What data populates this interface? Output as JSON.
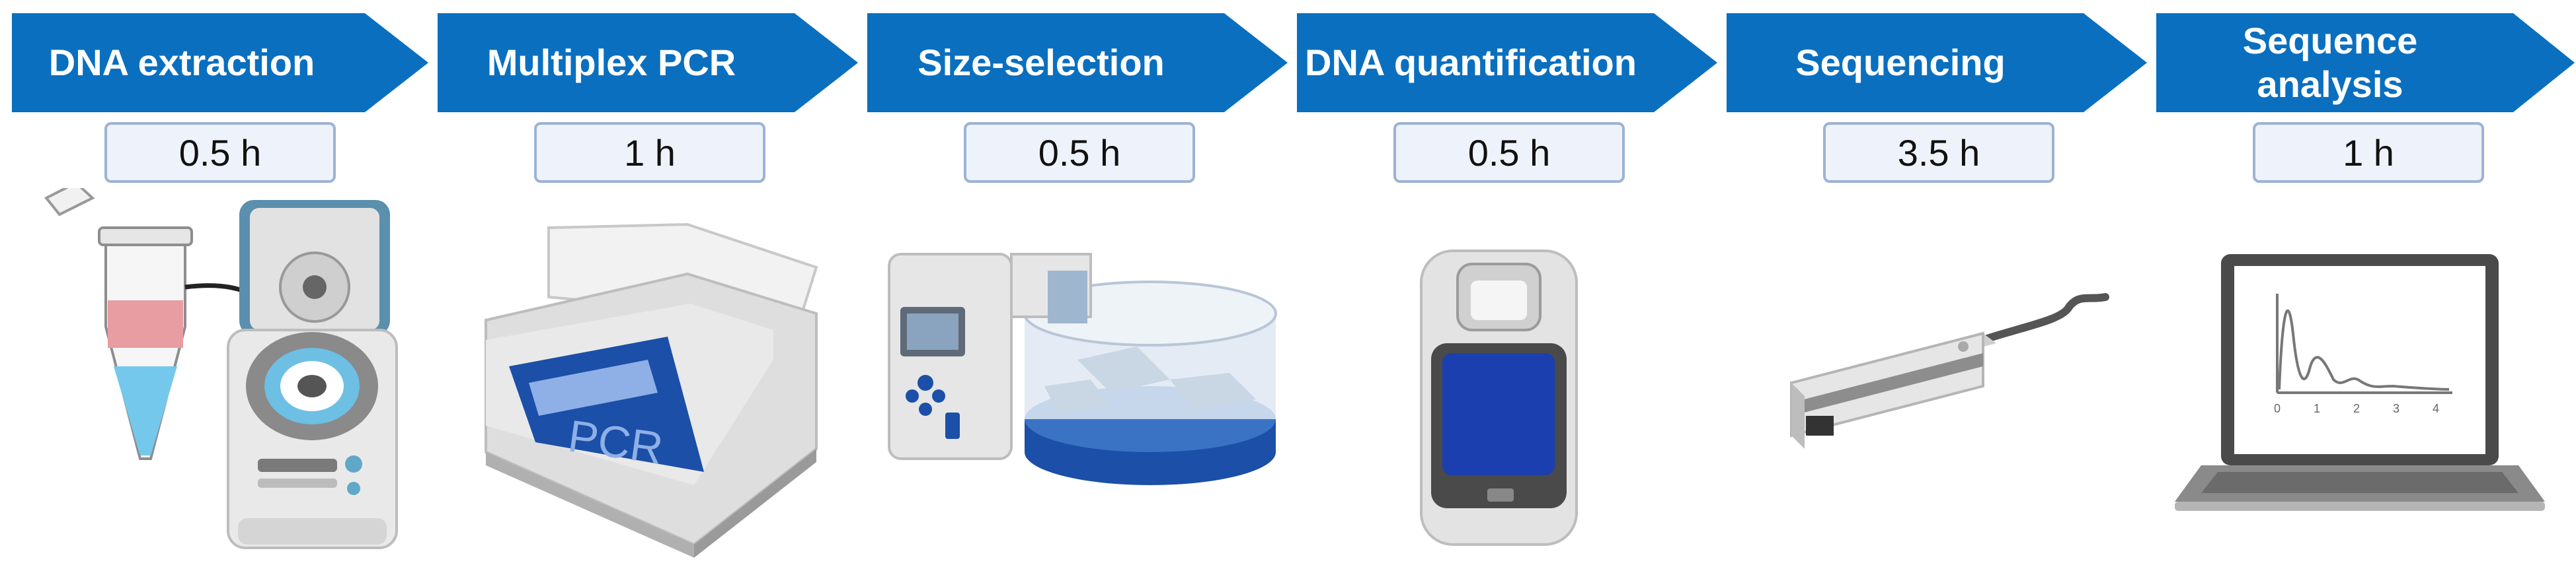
{
  "steps": [
    {
      "title": "DNA extraction",
      "time": "0.5 h",
      "icon": "centrifuge-icon"
    },
    {
      "title": "Multiplex PCR",
      "time": "1 h",
      "icon": "pcr-thermocycler-icon"
    },
    {
      "title": "Size-selection",
      "time": "0.5 h",
      "icon": "size-selection-instrument-icon"
    },
    {
      "title": "DNA quantification",
      "time": "0.5 h",
      "icon": "fluorometer-icon"
    },
    {
      "title": "Sequencing",
      "time": "3.5 h",
      "icon": "nanopore-sequencer-icon"
    },
    {
      "title": "Sequence\nanalysis",
      "time": "1 h",
      "icon": "laptop-chart-icon"
    }
  ],
  "illustration_text": {
    "pcr_label": "PCR",
    "laptop_ticks": [
      "0",
      "1",
      "2",
      "3",
      "4"
    ]
  },
  "colors": {
    "chevron": "#0a6fbf",
    "time_box_fill": "#eef3fb",
    "time_box_border": "#9db3d4",
    "device_blue": "#1b4fa8"
  }
}
